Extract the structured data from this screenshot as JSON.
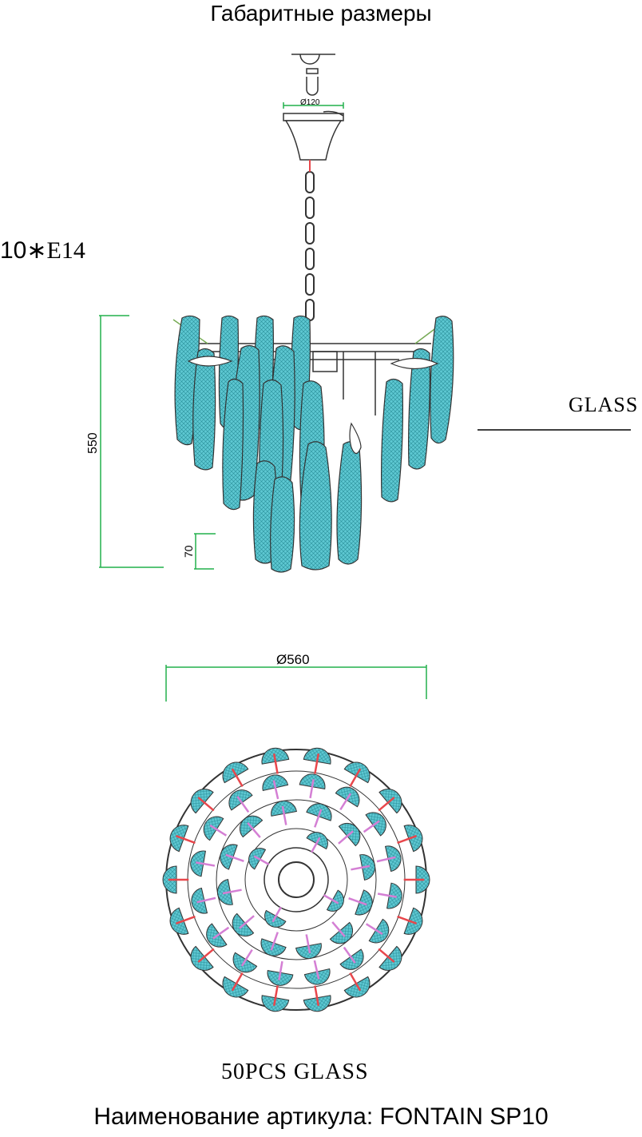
{
  "header": {
    "title": "Габаритные размеры"
  },
  "lamps": {
    "quantity": "10",
    "separator": "∗",
    "socket": "E14"
  },
  "material_label": "GLASS",
  "dimensions": {
    "mount_diameter": "Ø120",
    "height": "550",
    "bottom_offset": "70",
    "diameter": "Ø560"
  },
  "bottom_view": {
    "caption": "50PCS  GLASS"
  },
  "footer": {
    "article_label": "Наименование артикула: FONTAIN SP10"
  },
  "colors": {
    "glass": "#5ec8d2",
    "glass_dark": "#2a8f9a",
    "dimension_line": "#22b14c",
    "arm_primary": "#e8474c",
    "arm_secondary": "#d47fd4",
    "frame": "#333333"
  }
}
